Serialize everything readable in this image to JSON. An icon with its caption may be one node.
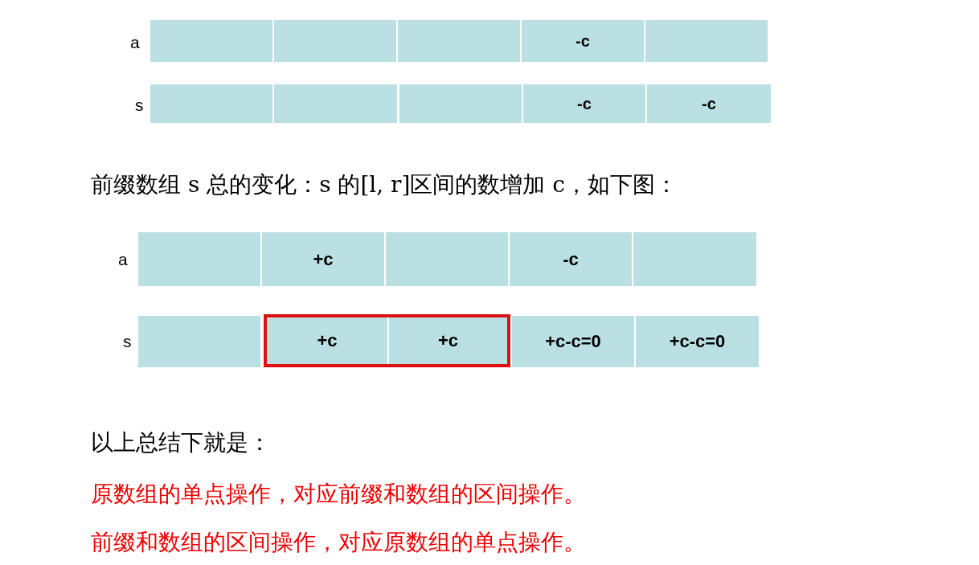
{
  "diagram": {
    "nodes": [
      {
        "text": [],
        "shape": "box"
      },
      {
        "text": [],
        "shape": "box"
      },
      {
        "text": [],
        "shape": "box"
      },
      {
        "text": [
          "-c"
        ]
      },
      {
        "text": [],
        "shape": "box"
      },
      {
        "text": [],
        "shape": "box"
      },
      {
        "text": [],
        "shape": "box"
      },
      {
        "text": [],
        "shape": "box"
      },
      {
        "text": [
          "-c"
        ]
      },
      {
        "text": [
          "-c"
        ]
      },
      {
        "text": [],
        "shape": "box"
      },
      {
        "text": [
          "+c"
        ]
      },
      {
        "text": [],
        "shape": "box"
      },
      {
        "text": [
          "-c"
        ]
      },
      {
        "text": [],
        "shape": "box"
      },
      {
        "text": [],
        "shape": "box"
      },
      {
        "text": [],
        "shape": "box"
      },
      {
        "text": [
          "+c"
        ],
        "in": 16
      },
      {
        "text": [
          "+c"
        ],
        "in": 16
      },
      {
        "text": [
          "+c-c=0"
        ]
      },
      {
        "text": [
          "+c-c=0"
        ]
      }
    ],
    "labels": [
      "a",
      "s",
      "前缀数组 s 总的变化：s 的[l, r]区间的数增加 c，如下图：",
      "a",
      "s",
      "以上总结下就是：",
      "原数组的单点操作，对应前缀和数组的区间操作。",
      "前缀和数组的区间操作，对应原数组的单点操作。"
    ]
  }
}
